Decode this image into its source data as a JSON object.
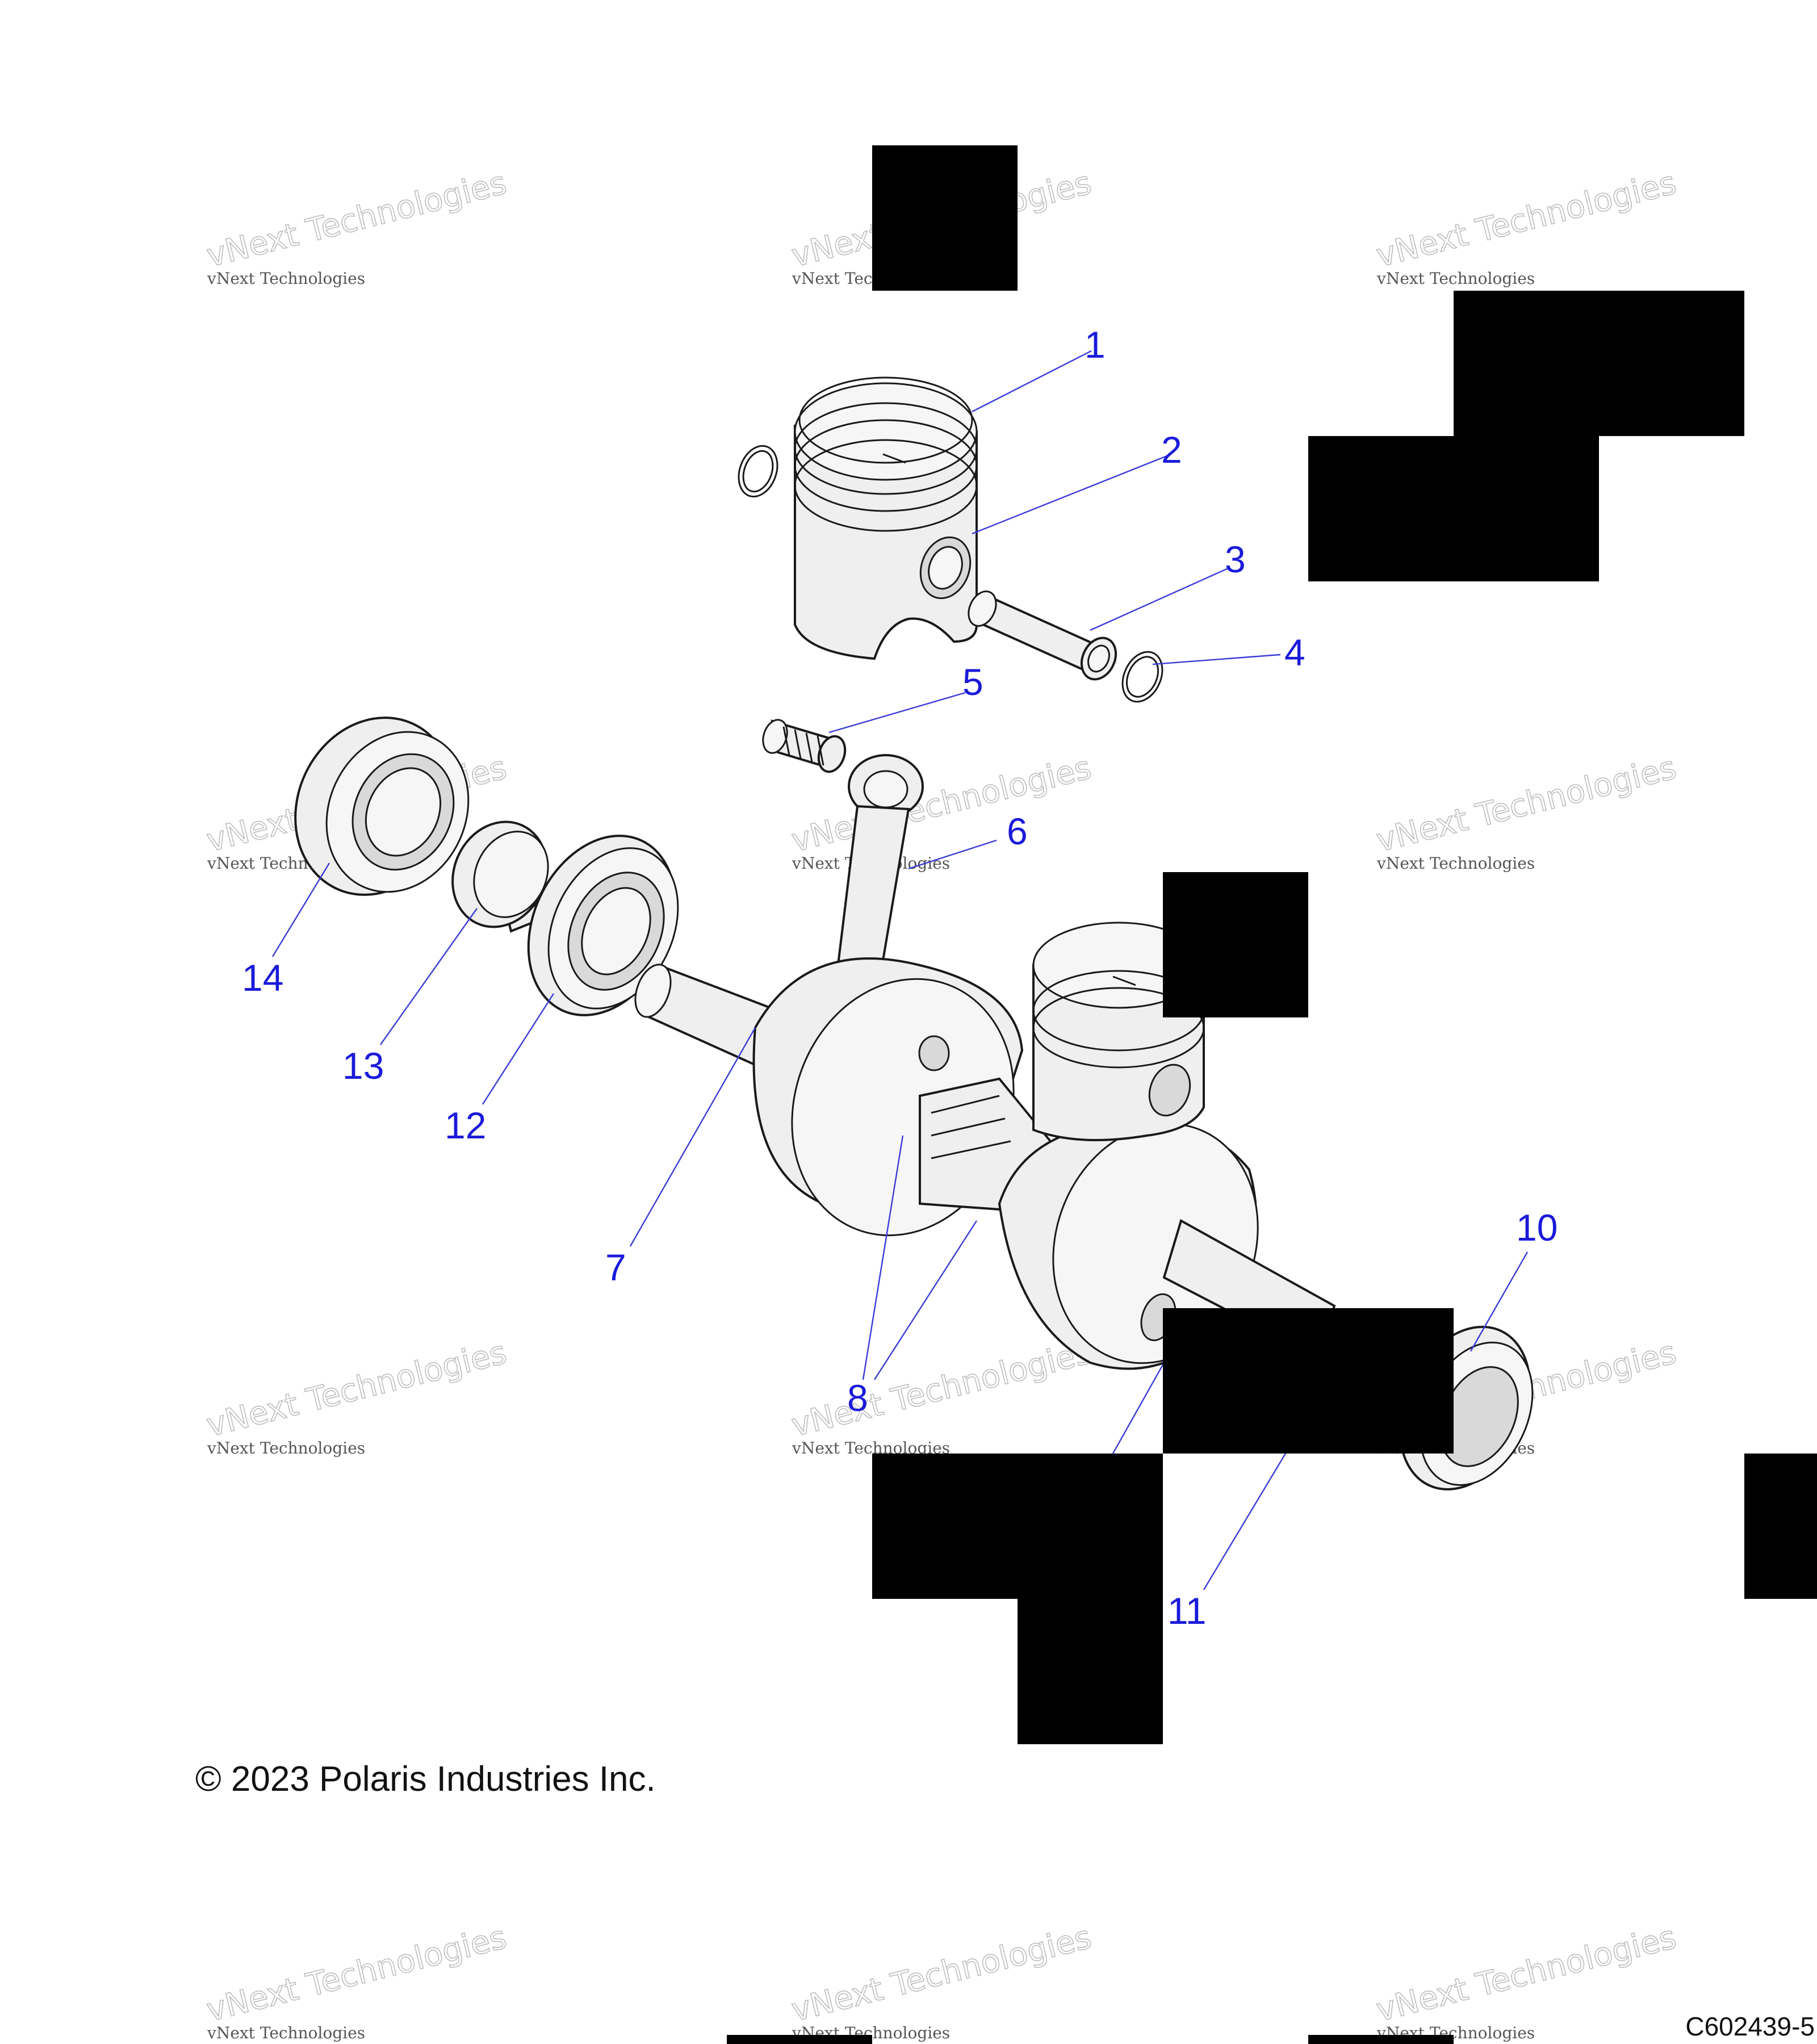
{
  "callouts": {
    "c1": "1",
    "c2": "2",
    "c3": "3",
    "c4": "4",
    "c5": "5",
    "c6": "6",
    "c7": "7",
    "c8": "8",
    "c10": "10",
    "c11": "11",
    "c12": "12",
    "c13": "13",
    "c14": "14"
  },
  "watermark": {
    "line1": "vNext Technologies",
    "line2": "vNext Technologies"
  },
  "footer": {
    "copyright": "© 2023 Polaris Industries Inc.",
    "diagram_code": "C602439-5"
  },
  "colors": {
    "callout": "#1a1adb",
    "leader": "#3b3bd9",
    "redaction": "#000000"
  }
}
